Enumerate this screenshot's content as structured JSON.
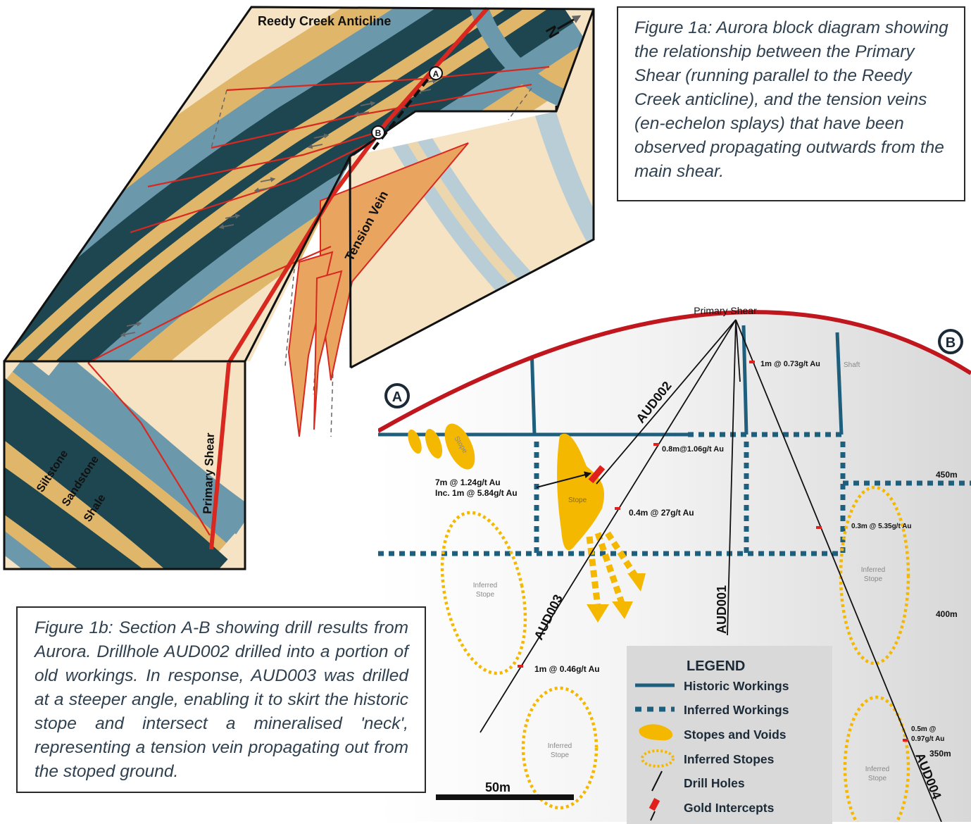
{
  "figure_1a": {
    "caption": "Figure 1a: Aurora block diagram showing the relationship between the Primary Shear (running parallel to the Reedy Creek anticline), and the tension veins (en-echelon splays) that have been observed propagating outwards from the main shear.",
    "title": "Reedy Creek Anticline",
    "north_label": "N",
    "point_a": "A",
    "point_b": "B",
    "tension_vein_label": "Tension Vein",
    "primary_shear_label": "Primary Shear",
    "layers": [
      "Siltstone",
      "Sandstone",
      "Shale"
    ],
    "colors": {
      "shale": "#1e4650",
      "sandstone": "#6b98ab",
      "siltstone": "#e0b66a",
      "host": "#f5e3c3",
      "shear": "#d8281f",
      "vein": "#e9a560"
    }
  },
  "figure_1b": {
    "caption": "Figure 1b: Section A-B showing drill results from Aurora. Drillhole AUD002 drilled into a portion of old workings. In response, AUD003 was drilled at a steeper angle, enabling it to skirt the historic stope and intersect a mineralised 'neck', representing a tension vein propagating out from the stoped ground.",
    "section_top_label": "Primary Shear",
    "endpoint_a": "A",
    "endpoint_b": "B",
    "shaft_label": "Shaft",
    "stope_labels": [
      "Stope",
      "Stope"
    ],
    "inferred_stope_label": [
      "Inferred",
      "Stope"
    ],
    "drill_holes": [
      "AUD001",
      "AUD002",
      "AUD003",
      "AUD004"
    ],
    "intercepts": {
      "i1": "1m @ 0.73g/t Au",
      "i2": "0.8m@1.06g/t Au",
      "i3_line1": "7m @ 1.24g/t Au",
      "i3_line2": "Inc. 1m @ 5.84g/t Au",
      "i4": "0.4m @ 27g/t Au",
      "i5": "0.3m @ 5.35g/t Au",
      "i6": "1m @ 0.46g/t Au",
      "i7_line1": "0.5m @",
      "i7_line2": "0.97g/t Au"
    },
    "levels": [
      "450m",
      "400m",
      "350m"
    ],
    "scale_bar": "50m",
    "legend": {
      "title": "LEGEND",
      "items": [
        "Historic Workings",
        "Inferred Workings",
        "Stopes and Voids",
        "Inferred Stopes",
        "Drill Holes",
        "Gold Intercepts"
      ]
    },
    "colors": {
      "workings": "#1f5f7e",
      "stope": "#f5b800",
      "intercept": "#e1201c",
      "boundary": "#c0171f"
    }
  }
}
